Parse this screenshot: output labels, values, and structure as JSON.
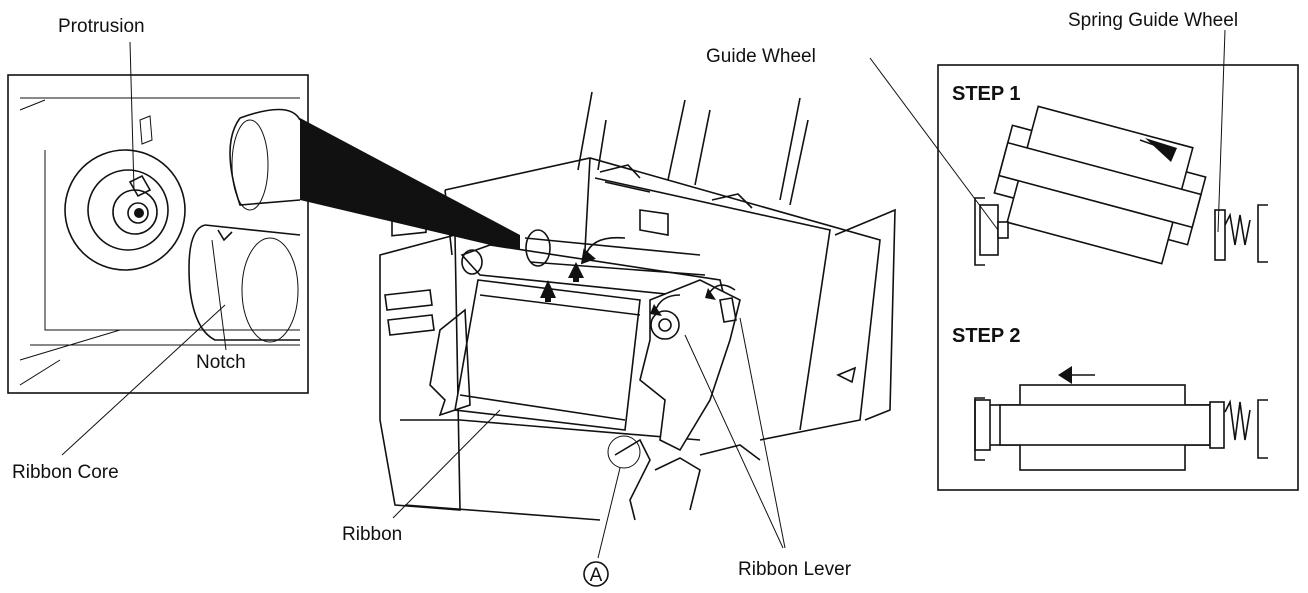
{
  "labels": {
    "protrusion": "Protrusion",
    "notch": "Notch",
    "ribbon_core": "Ribbon Core",
    "ribbon": "Ribbon",
    "marker_a": "A",
    "ribbon_lever": "Ribbon Lever",
    "guide_wheel": "Guide Wheel",
    "spring_guide_wheel": "Spring Guide Wheel",
    "step1": "STEP 1",
    "step2": "STEP 2"
  }
}
